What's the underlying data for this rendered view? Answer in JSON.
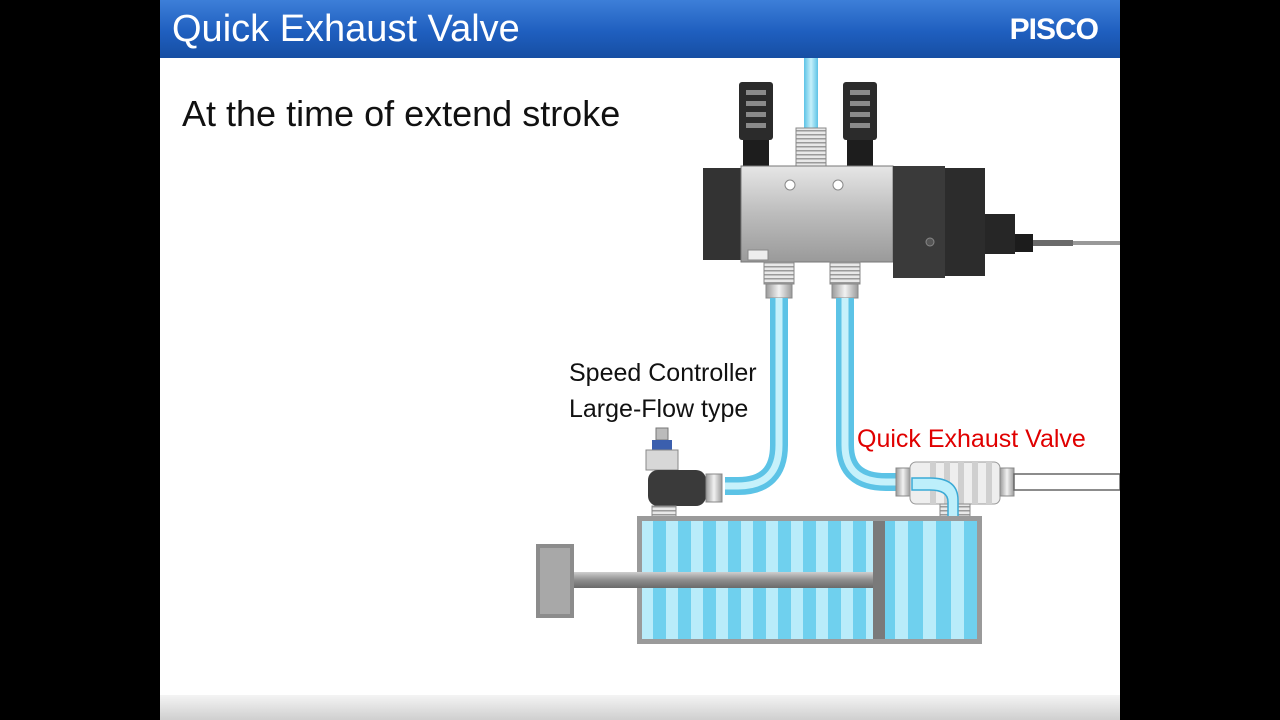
{
  "slide": {
    "title": "Quick Exhaust Valve",
    "logo": "PISCO",
    "subtitle": "At the time of extend stroke"
  },
  "labels": {
    "speed_controller_line1": "Speed Controller",
    "speed_controller_line2": "Large-Flow type",
    "quick_exhaust_valve": "Quick Exhaust Valve"
  },
  "colors": {
    "title_bar": "#1f5fbf",
    "air": "#7fd8f0",
    "highlight_label": "#e00000",
    "valve_body": "#c8c8c8",
    "solenoid": "#3a3a3a"
  }
}
